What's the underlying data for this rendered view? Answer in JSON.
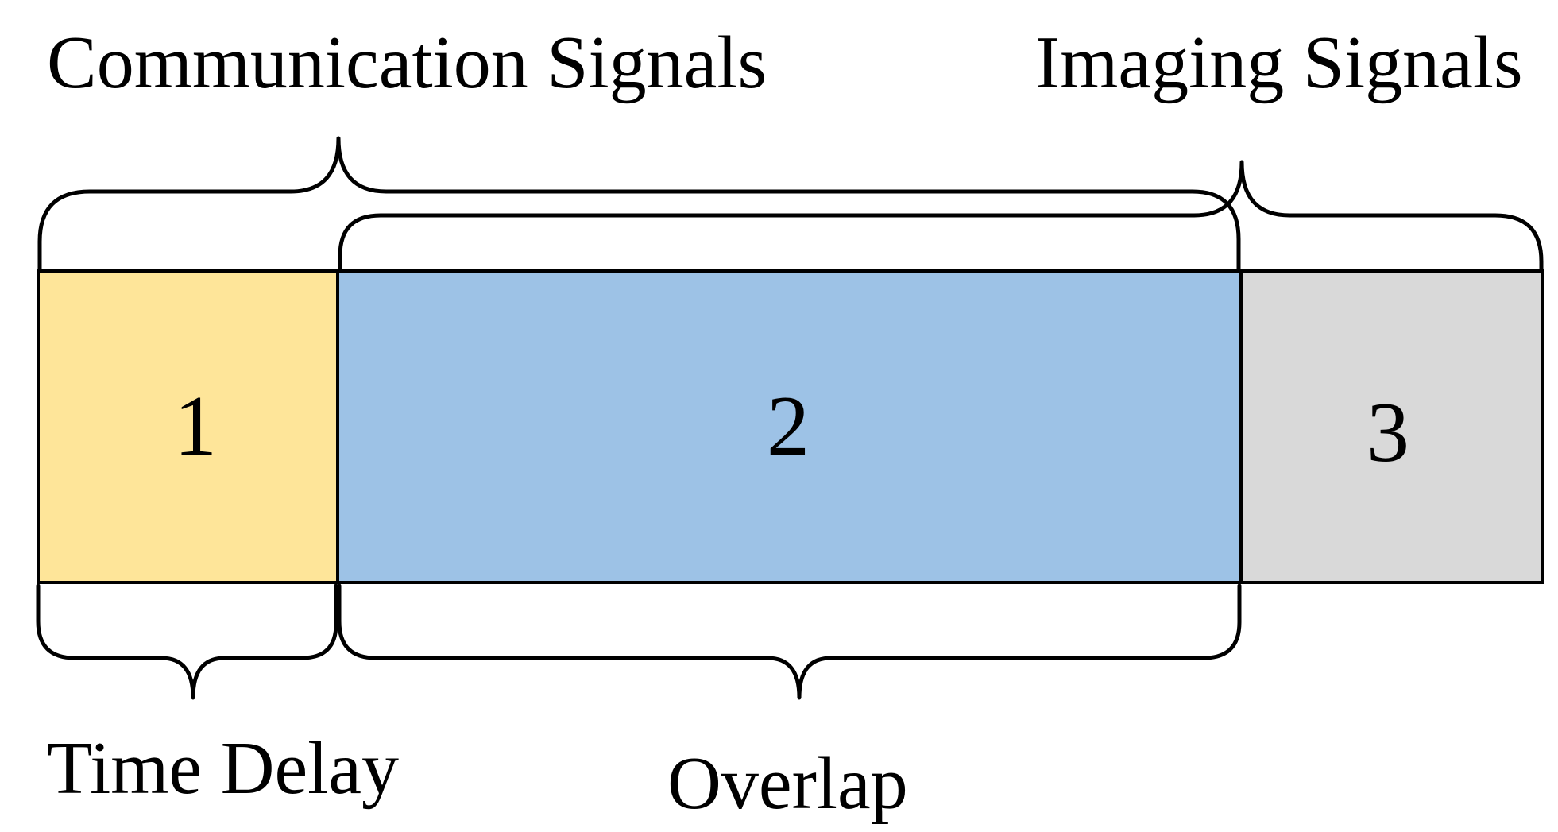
{
  "labels": {
    "communication": "Communication Signals",
    "imaging": "Imaging Signals",
    "time_delay": "Time Delay",
    "overlap": "Overlap"
  },
  "segments": [
    {
      "id": "1",
      "label": "1",
      "color": "#FEE599"
    },
    {
      "id": "2",
      "label": "2",
      "color": "#9DC2E6"
    },
    {
      "id": "3",
      "label": "3",
      "color": "#D9D9D9"
    }
  ],
  "colors": {
    "stroke": "#000000",
    "background": "#FFFFFF"
  }
}
